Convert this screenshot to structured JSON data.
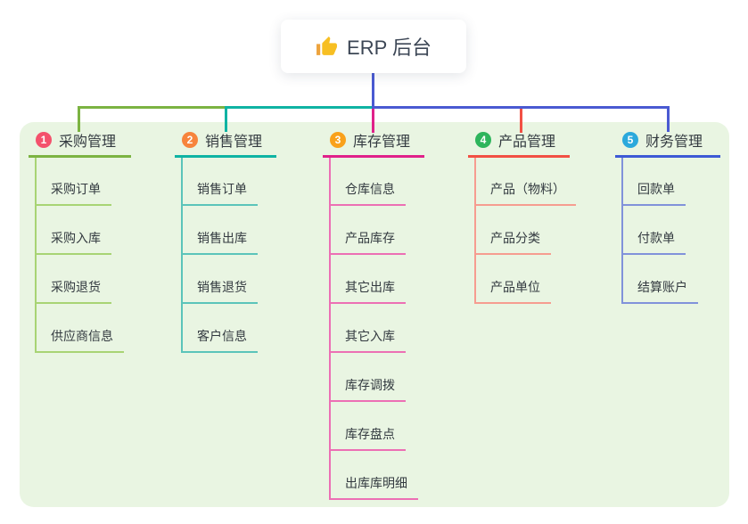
{
  "root": {
    "label": "ERP 后台",
    "icon": "thumbs-up-icon"
  },
  "colors": {
    "page_bg": "#ffffff",
    "panel_bg": "#E9F5E2",
    "trunk": "#4A5AD2",
    "root_text": "#3C4655",
    "node_text": "#333A40",
    "thumb_main": "#F7BF23",
    "thumb_cuff": "#EDA33C"
  },
  "branches": [
    {
      "badge": "1",
      "label": "采购管理",
      "badge_color": "#F4516C",
      "line_color": "#7CB342",
      "child_line_color": "#A8D474",
      "children": [
        {
          "label": "采购订单"
        },
        {
          "label": "采购入库"
        },
        {
          "label": "采购退货"
        },
        {
          "label": "供应商信息"
        }
      ]
    },
    {
      "badge": "2",
      "label": "销售管理",
      "badge_color": "#F7843C",
      "line_color": "#0FB3A3",
      "child_line_color": "#5BC4BA",
      "children": [
        {
          "label": "销售订单"
        },
        {
          "label": "销售出库"
        },
        {
          "label": "销售退货"
        },
        {
          "label": "客户信息"
        }
      ]
    },
    {
      "badge": "3",
      "label": "库存管理",
      "badge_color": "#F9A11B",
      "line_color": "#E0218A",
      "child_line_color": "#EC6FB4",
      "children": [
        {
          "label": "仓库信息"
        },
        {
          "label": "产品库存"
        },
        {
          "label": "其它出库"
        },
        {
          "label": "其它入库"
        },
        {
          "label": "库存调拨"
        },
        {
          "label": "库存盘点"
        },
        {
          "label": "出库库明细"
        }
      ]
    },
    {
      "badge": "4",
      "label": "产品管理",
      "badge_color": "#2EB55C",
      "line_color": "#F25044",
      "child_line_color": "#F69C90",
      "children": [
        {
          "label": "产品（物料）"
        },
        {
          "label": "产品分类"
        },
        {
          "label": "产品单位"
        }
      ]
    },
    {
      "badge": "5",
      "label": "财务管理",
      "badge_color": "#2BA9DC",
      "line_color": "#3D5AD5",
      "child_line_color": "#8192DA",
      "children": [
        {
          "label": "回款单"
        },
        {
          "label": "付款单"
        },
        {
          "label": "结算账户"
        }
      ]
    }
  ]
}
